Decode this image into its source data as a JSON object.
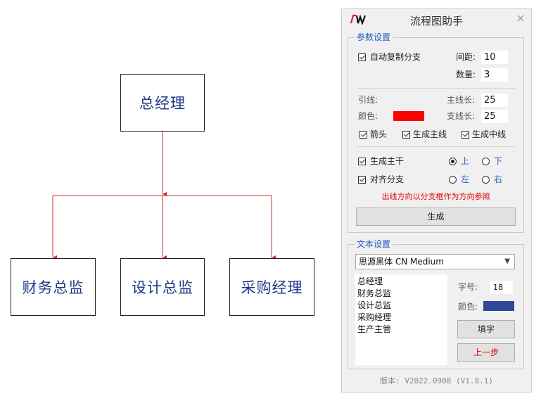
{
  "orgchart": {
    "root": "总经理",
    "children": [
      "财务总监",
      "设计总监",
      "采购经理"
    ]
  },
  "panel": {
    "title": "流程图助手",
    "logo_text": "RW",
    "close_glyph": "×",
    "params": {
      "legend": "参数设置",
      "auto_copy_branch": "自动复制分支",
      "spacing_label": "间距:",
      "spacing_value": "10",
      "count_label": "数量:",
      "count_value": "3",
      "lead_label": "引线:",
      "main_len_label": "主线长:",
      "main_len_value": "25",
      "color_label": "颜色:",
      "line_color": "#ff0000",
      "branch_len_label": "支线长:",
      "branch_len_value": "25",
      "arrow_label": "箭头",
      "gen_main_line_label": "生成主线",
      "gen_mid_line_label": "生成中线",
      "gen_trunk_label": "生成主干",
      "align_branch_label": "对齐分支",
      "dir_up": "上",
      "dir_down": "下",
      "dir_left": "左",
      "dir_right": "右",
      "selected_direction": "上",
      "hint": "出线方向以分支框作为方向参照",
      "generate_button": "生成"
    },
    "text": {
      "legend": "文本设置",
      "font_selected": "思源黑体 CN Medium",
      "lines": [
        "总经理",
        "财务总监",
        "设计总监",
        "采购经理",
        "生产主管"
      ],
      "size_label": "字号:",
      "size_value": "18",
      "color_label": "颜色:",
      "text_color": "#2f4a9a",
      "fill_button": "填字",
      "back_button": "上一步"
    },
    "version": "版本: V2022.0908 (V1.8.1)"
  },
  "colors": {
    "connector": "#d62828",
    "box_text": "#1f3a86",
    "accent": "#1f5fbf",
    "hint": "#e00000"
  }
}
